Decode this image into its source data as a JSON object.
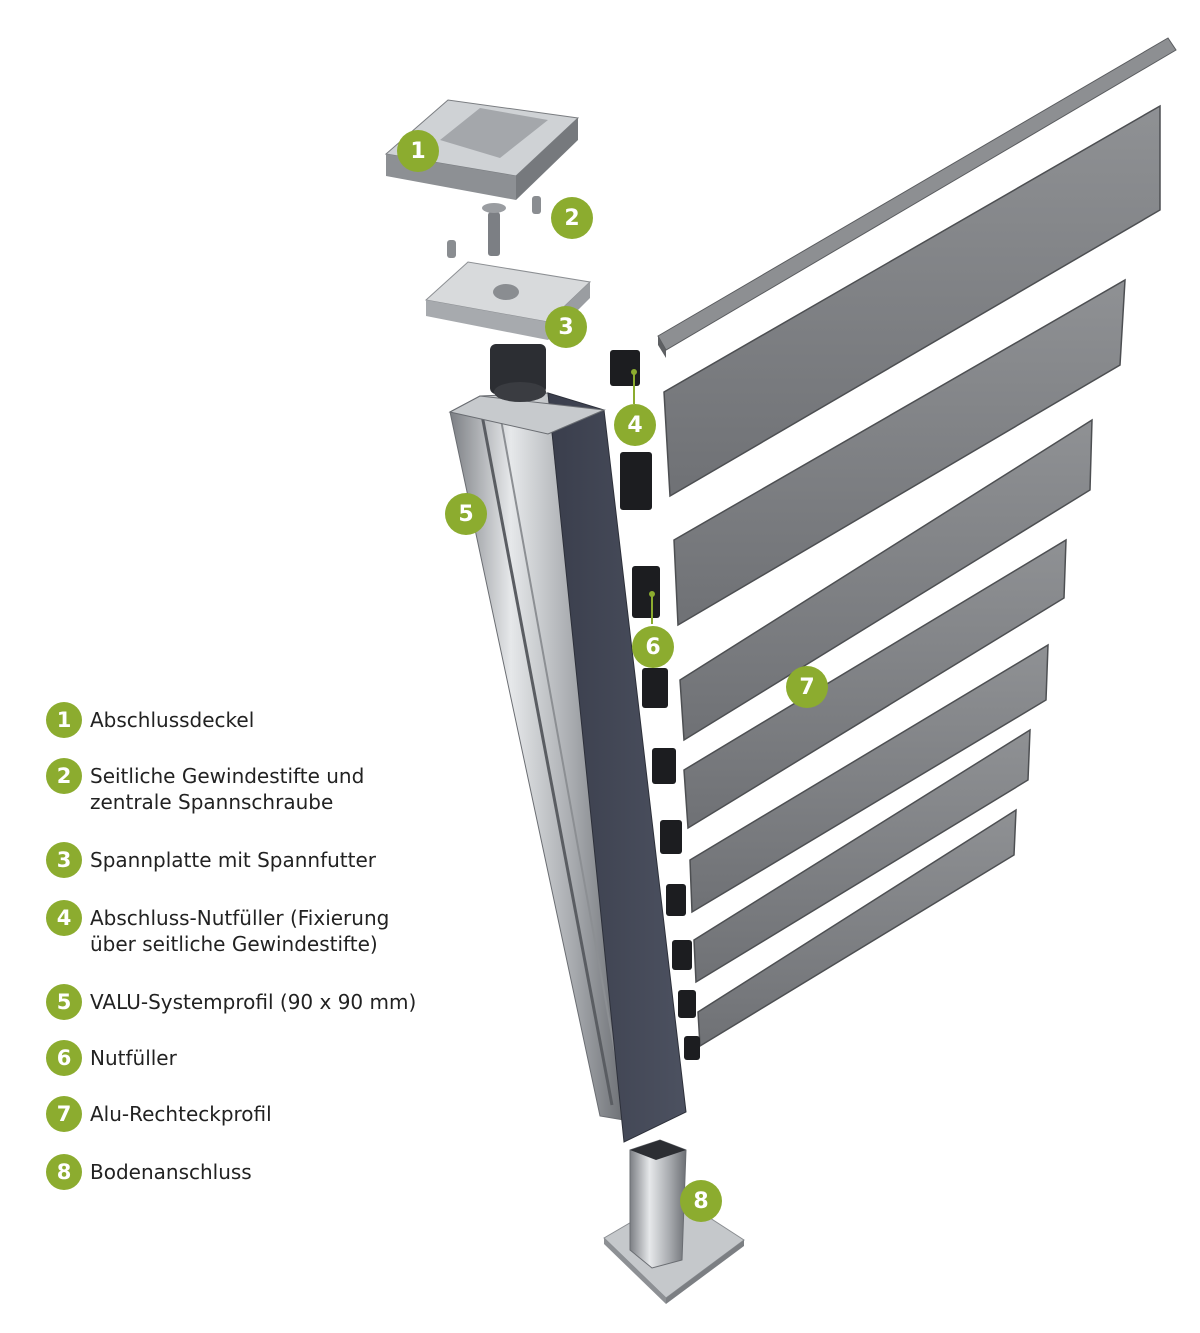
{
  "accent_color": "#8cac2f",
  "callouts": [
    "1",
    "2",
    "3",
    "4",
    "5",
    "6",
    "7",
    "8"
  ],
  "legend": [
    {
      "num": "1",
      "label": "Abschlussdeckel"
    },
    {
      "num": "2",
      "label": "Seitliche Gewindestifte und\nzentrale Spannschraube"
    },
    {
      "num": "3",
      "label": "Spannplatte mit Spannfutter"
    },
    {
      "num": "4",
      "label": "Abschluss-Nutfüller (Fixierung\nüber seitliche Gewindestifte)"
    },
    {
      "num": "5",
      "label": "VALU-Systemprofil (90 x 90 mm)"
    },
    {
      "num": "6",
      "label": "Nutfüller"
    },
    {
      "num": "7",
      "label": "Alu-Rechteckprofil"
    },
    {
      "num": "8",
      "label": "Bodenanschluss"
    }
  ]
}
